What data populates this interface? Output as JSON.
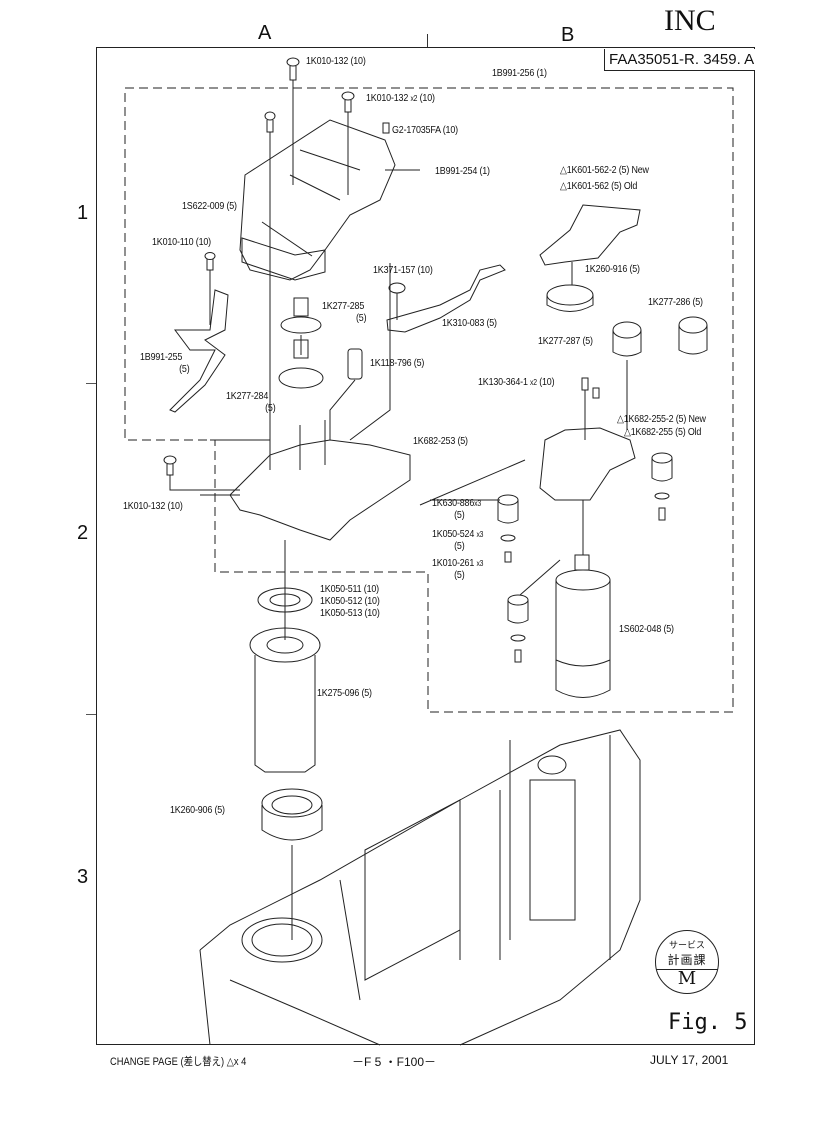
{
  "header": {
    "corner_text": "INC",
    "doc_number": "FAA35051-R. 3459. A",
    "column_labels": [
      "A",
      "B"
    ],
    "row_labels": [
      "1",
      "2",
      "3"
    ]
  },
  "group_label": "1B991-256 (1)",
  "parts": [
    {
      "id": "p1",
      "text": "1K010-132 (10)"
    },
    {
      "id": "p2",
      "text": "1K010-132",
      "qty": "x2",
      "suffix": "(10)"
    },
    {
      "id": "p3",
      "text": "G2-17035FA (10)"
    },
    {
      "id": "p4",
      "text": "1B991-254 (1)"
    },
    {
      "id": "p5",
      "text": "1S622-009 (5)"
    },
    {
      "id": "p6",
      "text": "1K010-110 (10)"
    },
    {
      "id": "p7",
      "text": "1K371-157 (10)"
    },
    {
      "id": "p8",
      "text": "1K277-285",
      "suffix": "(5)"
    },
    {
      "id": "p9",
      "text": "1K310-083 (5)"
    },
    {
      "id": "p10",
      "text": "1B991-255",
      "suffix": "(5)"
    },
    {
      "id": "p11",
      "text": "1K118-796 (5)"
    },
    {
      "id": "p12",
      "text": "1K277-284",
      "suffix": "(5)"
    },
    {
      "id": "p13",
      "text": "1K682-253 (5)"
    },
    {
      "id": "p14",
      "text": "1K010-132 (10)"
    },
    {
      "id": "p15",
      "text": "△1K601-562-2 (5) New"
    },
    {
      "id": "p16",
      "text": "△1K601-562 (5) Old"
    },
    {
      "id": "p17",
      "text": "1K260-916 (5)"
    },
    {
      "id": "p18",
      "text": "1K277-286 (5)"
    },
    {
      "id": "p19",
      "text": "1K277-287 (5)"
    },
    {
      "id": "p20",
      "text": "1K130-364-1",
      "qty": "x2",
      "suffix": "(10)"
    },
    {
      "id": "p21",
      "text": "△1K682-255-2 (5) New"
    },
    {
      "id": "p22",
      "text": "△1K682-255 (5) Old"
    },
    {
      "id": "p23",
      "text": "1K630-886",
      "qty": "x3",
      "suffix": "(5)"
    },
    {
      "id": "p24",
      "text": "1K050-524",
      "qty": "x3",
      "suffix": "(5)"
    },
    {
      "id": "p25",
      "text": "1K010-261",
      "qty": "x3",
      "suffix": "(5)"
    },
    {
      "id": "p26",
      "text": "1K050-511 (10)"
    },
    {
      "id": "p27",
      "text": "1K050-512 (10)"
    },
    {
      "id": "p28",
      "text": "1K050-513 (10)"
    },
    {
      "id": "p29",
      "text": "1S602-048 (5)"
    },
    {
      "id": "p30",
      "text": "1K275-096 (5)"
    },
    {
      "id": "p31",
      "text": "1K260-906 (5)"
    }
  ],
  "stamp": {
    "line1": "サービス",
    "line2": "計画課",
    "line3": "M"
  },
  "figure_label": "Fig. 5",
  "footer": {
    "left": "CHANGE PAGE (差し替え) △x 4",
    "center": "－F 5 ・F100－",
    "right": "JULY 17, 2001"
  }
}
